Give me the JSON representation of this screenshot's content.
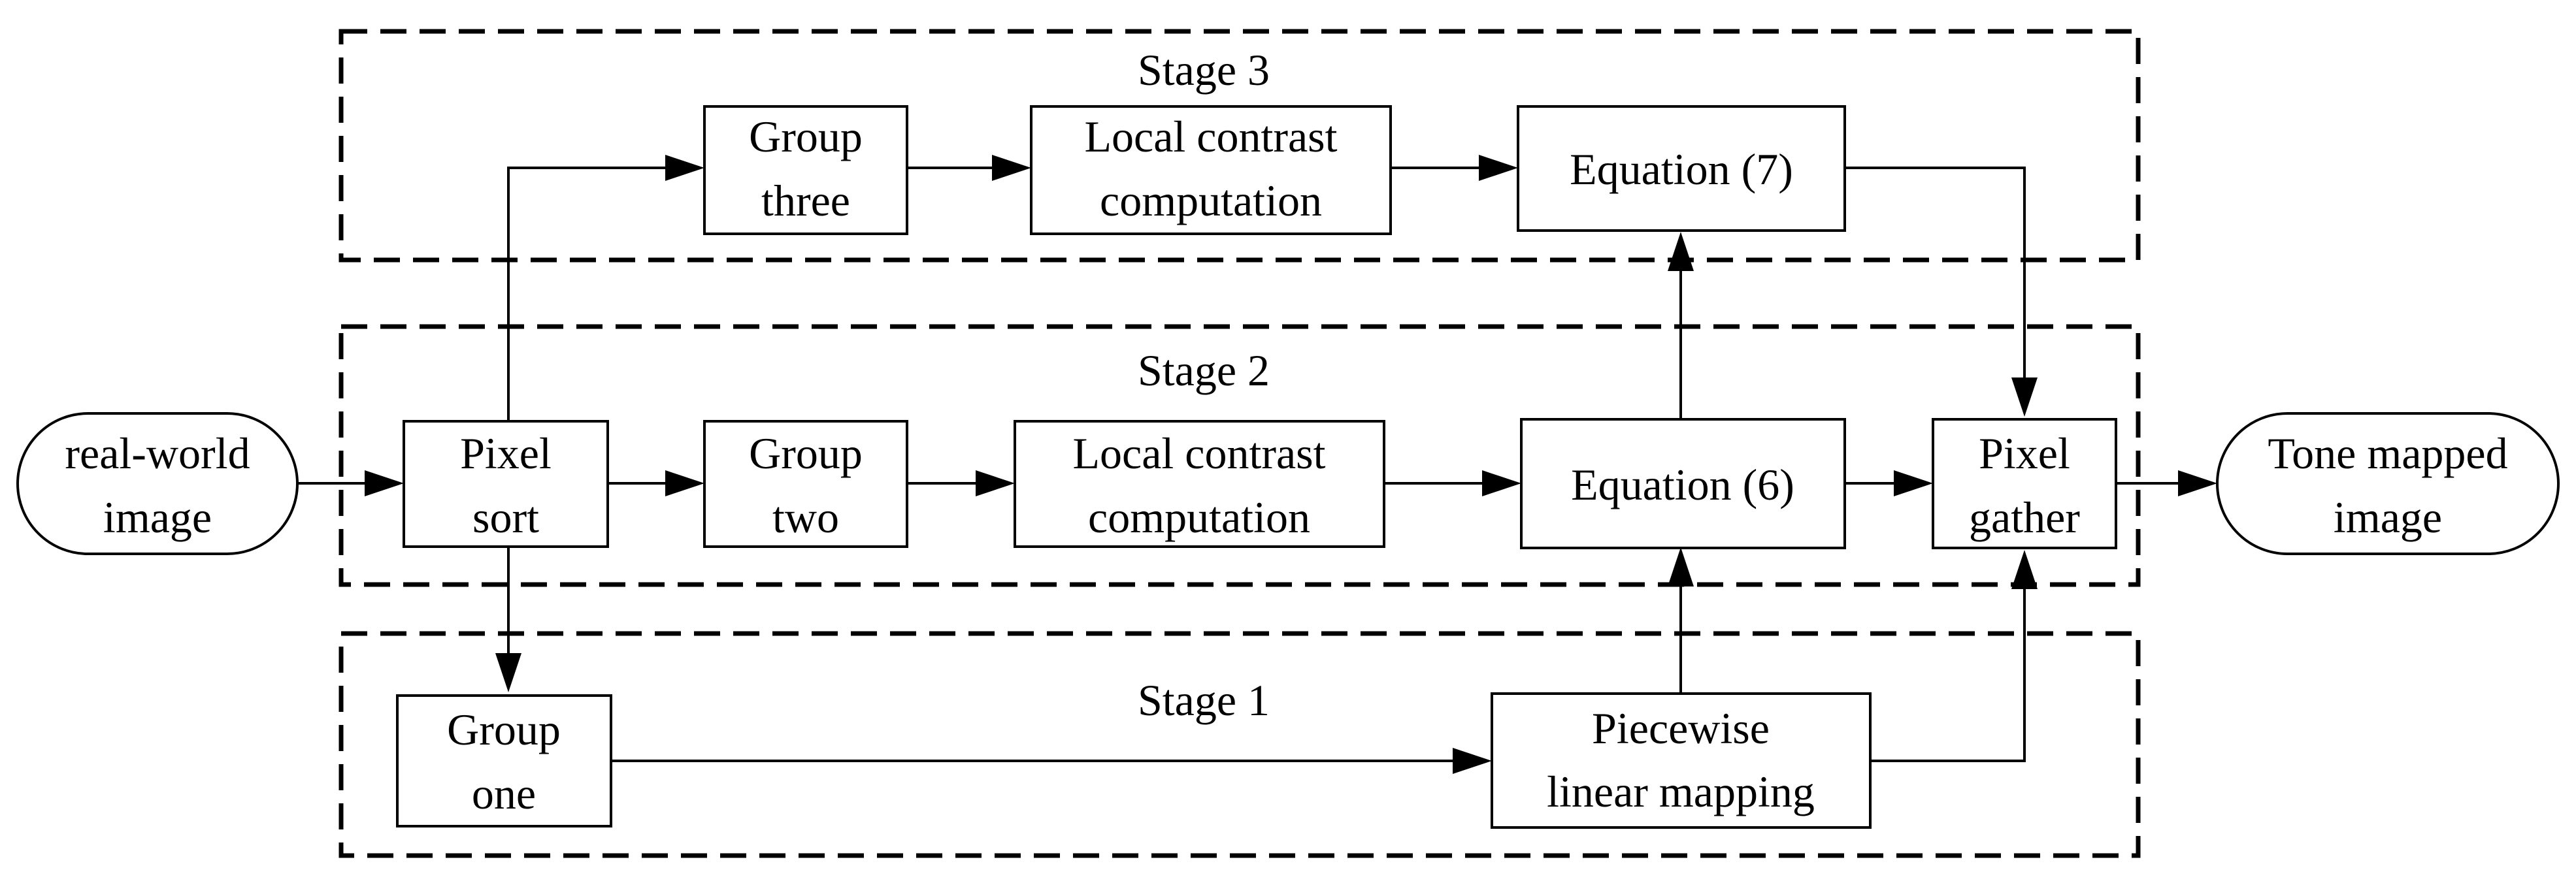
{
  "stages": {
    "stage1": "Stage 1",
    "stage2": "Stage 2",
    "stage3": "Stage 3"
  },
  "nodes": {
    "input": [
      "real-world",
      "image"
    ],
    "pixel_sort": [
      "Pixel",
      "sort"
    ],
    "group_one": [
      "Group",
      "one"
    ],
    "group_two": [
      "Group",
      "two"
    ],
    "group_three": [
      "Group",
      "three"
    ],
    "lcc_two": [
      "Local contrast",
      "computation"
    ],
    "lcc_three": [
      "Local contrast",
      "computation"
    ],
    "equation6": [
      "Equation (6)"
    ],
    "equation7": [
      "Equation (7)"
    ],
    "piecewise": [
      "Piecewise",
      "linear mapping"
    ],
    "pixel_gather": [
      "Pixel",
      "gather"
    ],
    "output": [
      "Tone mapped",
      "image"
    ]
  }
}
